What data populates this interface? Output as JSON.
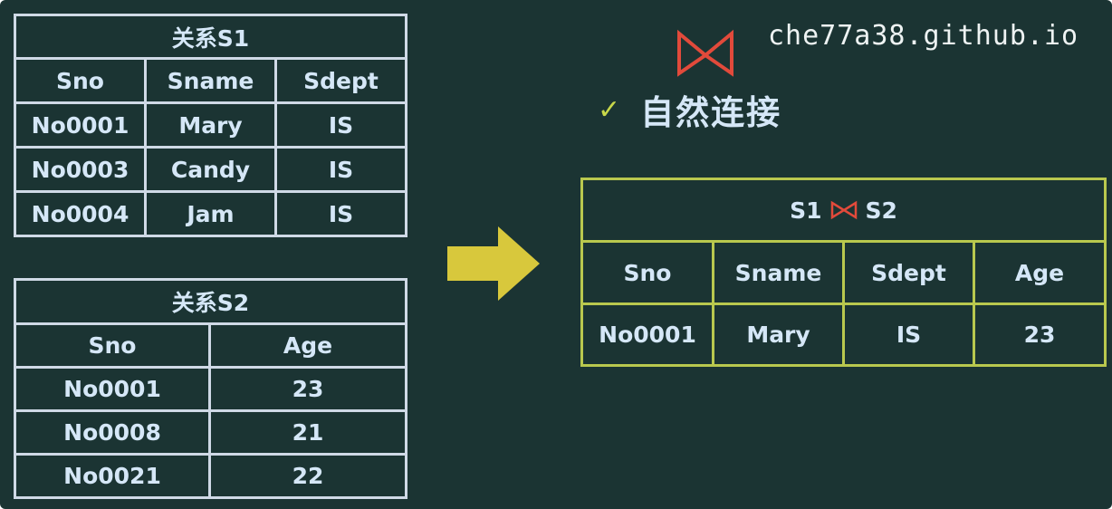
{
  "watermark": "che77a38.github.io",
  "operation": {
    "label": "自然连接",
    "check_mark": "✓"
  },
  "s1": {
    "title": "关系S1",
    "headers": [
      "Sno",
      "Sname",
      "Sdept"
    ],
    "rows": [
      [
        "No0001",
        "Mary",
        "IS"
      ],
      [
        "No0003",
        "Candy",
        "IS"
      ],
      [
        "No0004",
        "Jam",
        "IS"
      ]
    ]
  },
  "s2": {
    "title": "关系S2",
    "headers": [
      "Sno",
      "Age"
    ],
    "rows": [
      [
        "No0001",
        "23"
      ],
      [
        "No0008",
        "21"
      ],
      [
        "No0021",
        "22"
      ]
    ]
  },
  "result": {
    "title_left": "S1",
    "title_right": "S2",
    "headers": [
      "Sno",
      "Sname",
      "Sdept",
      "Age"
    ],
    "rows": [
      [
        "No0001",
        "Mary",
        "IS",
        "23"
      ]
    ]
  },
  "colors": {
    "board": "#1b3433",
    "table_text": "#d5e7f7",
    "table_border": "#cfd9e6",
    "result_border": "#b9c84e",
    "arrow": "#d8c83c",
    "join_symbol": "#e24a3b",
    "check": "#c8d84a"
  },
  "icons": {
    "join": "bowtie-join-icon",
    "arrow": "right-arrow-icon",
    "check": "checkmark-icon"
  }
}
